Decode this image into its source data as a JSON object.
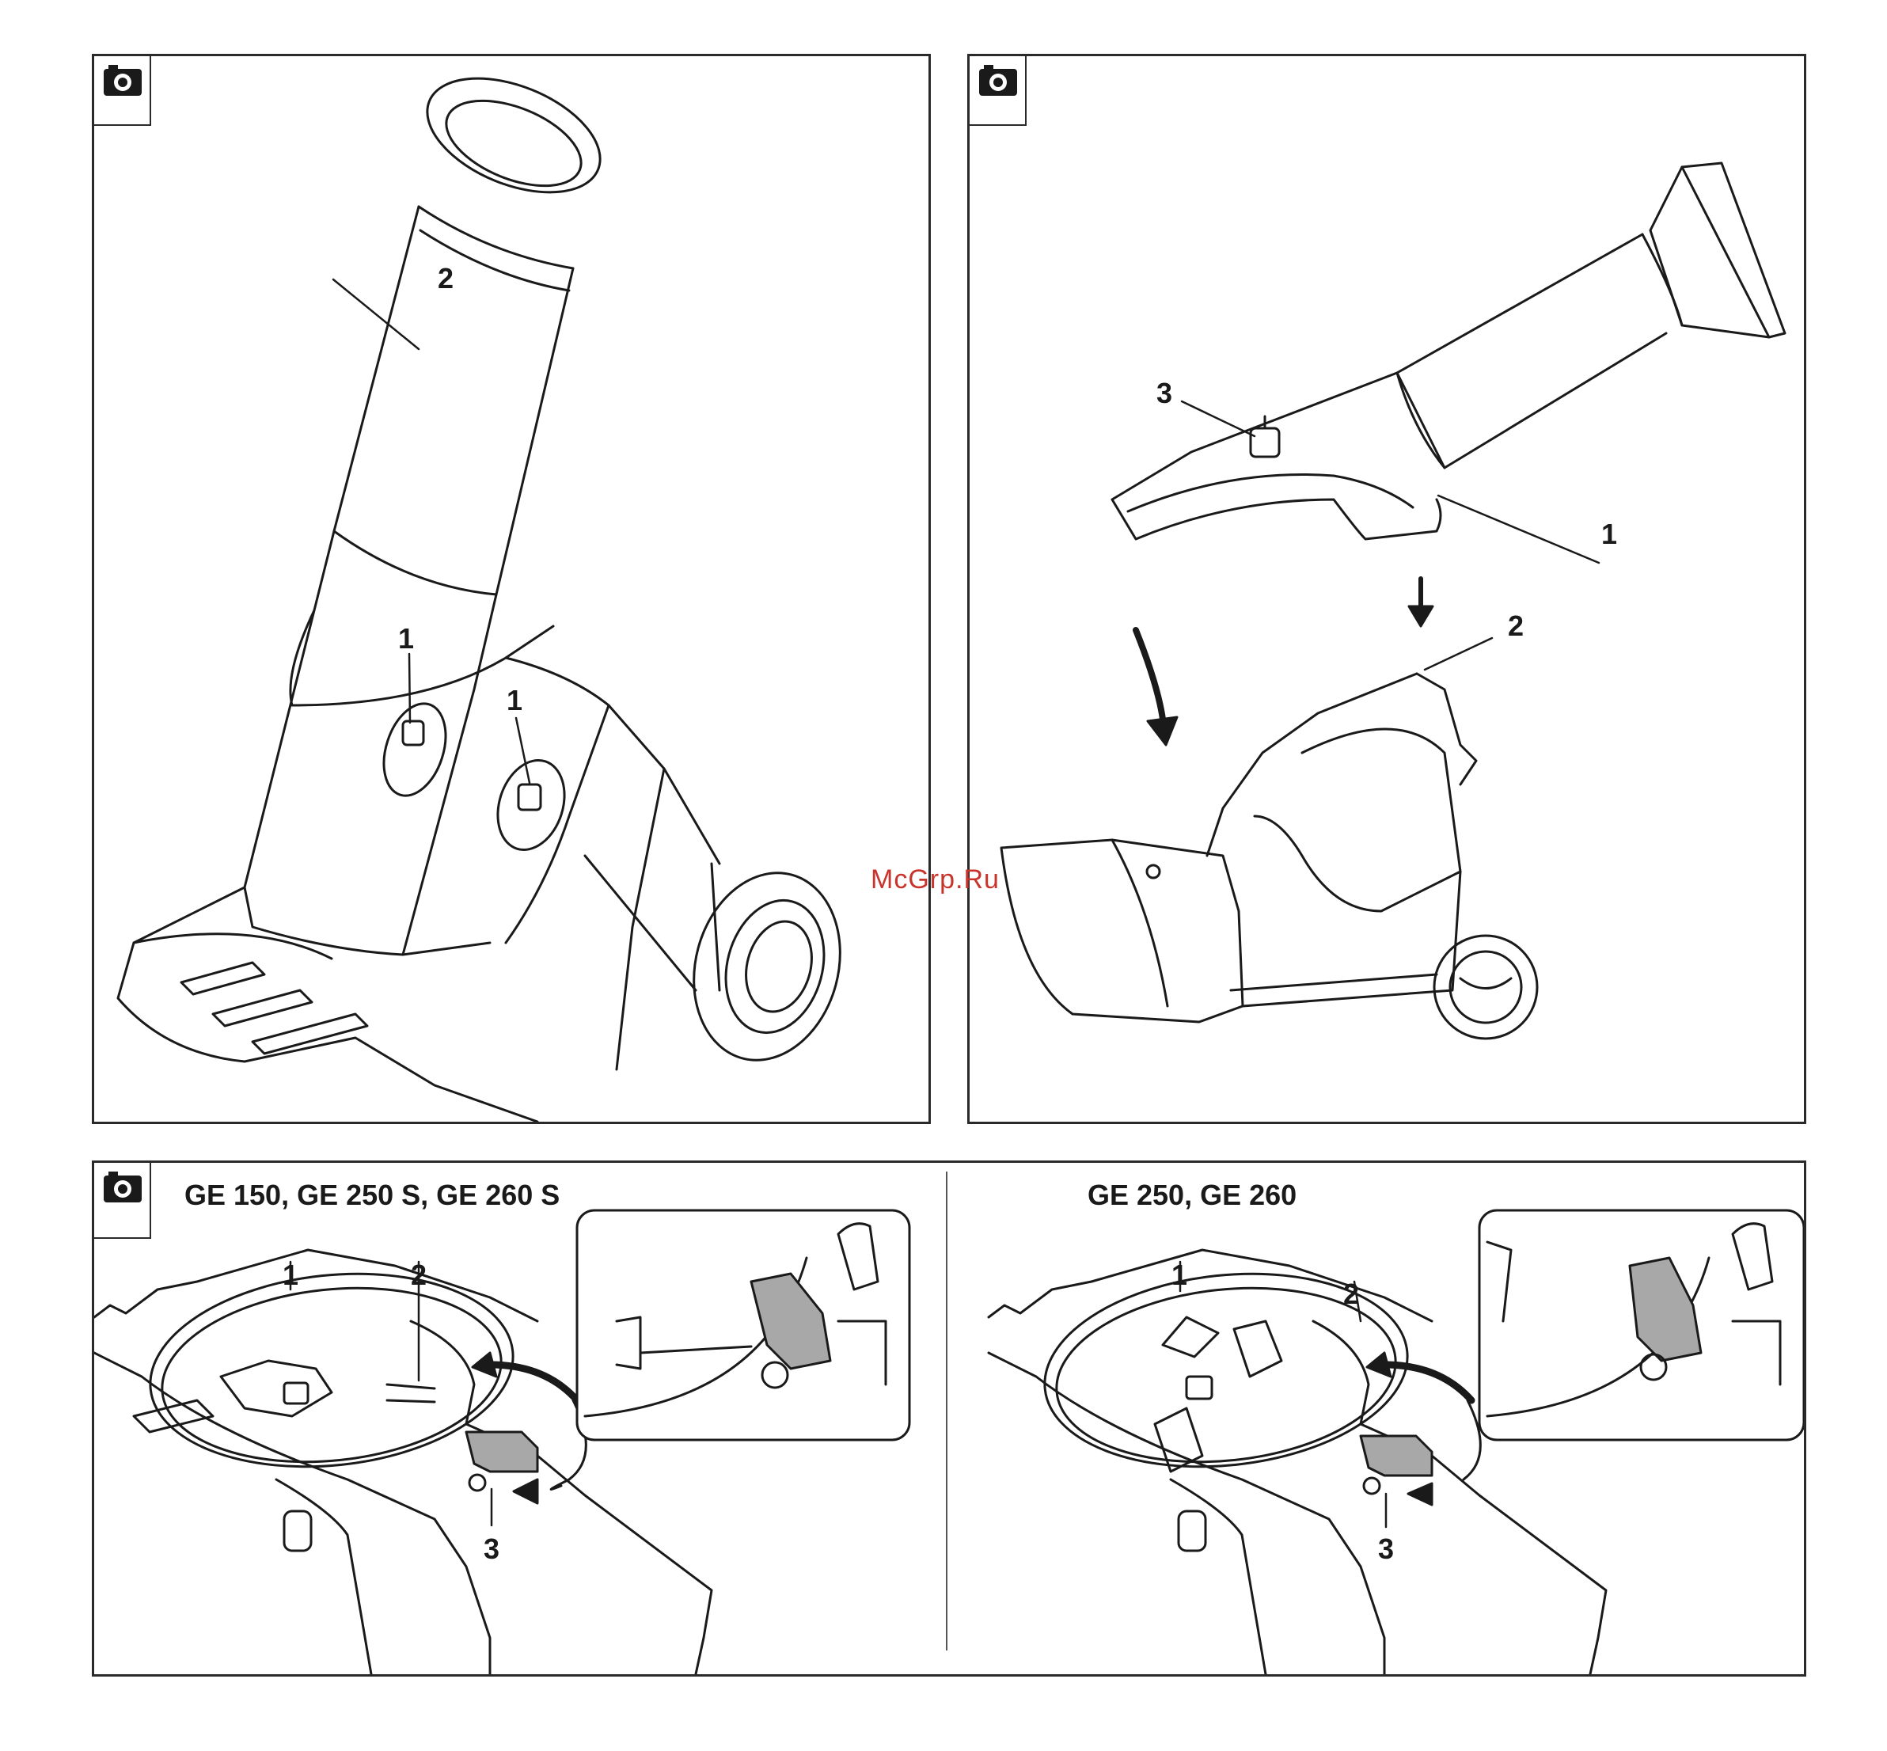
{
  "panels": {
    "top_left": {
      "icon": "camera-icon",
      "callouts": [
        "2",
        "1",
        "1"
      ]
    },
    "top_right": {
      "icon": "camera-icon",
      "callouts": [
        "3",
        "1",
        "2"
      ]
    },
    "bottom": {
      "icon": "camera-icon",
      "left_model": "GE 150, GE 250 S, GE 260 S",
      "right_model": "GE 250, GE 260",
      "left_callouts": [
        "1",
        "2",
        "3"
      ],
      "right_callouts": [
        "1",
        "2",
        "3"
      ]
    }
  },
  "watermark": "McGrp.Ru"
}
